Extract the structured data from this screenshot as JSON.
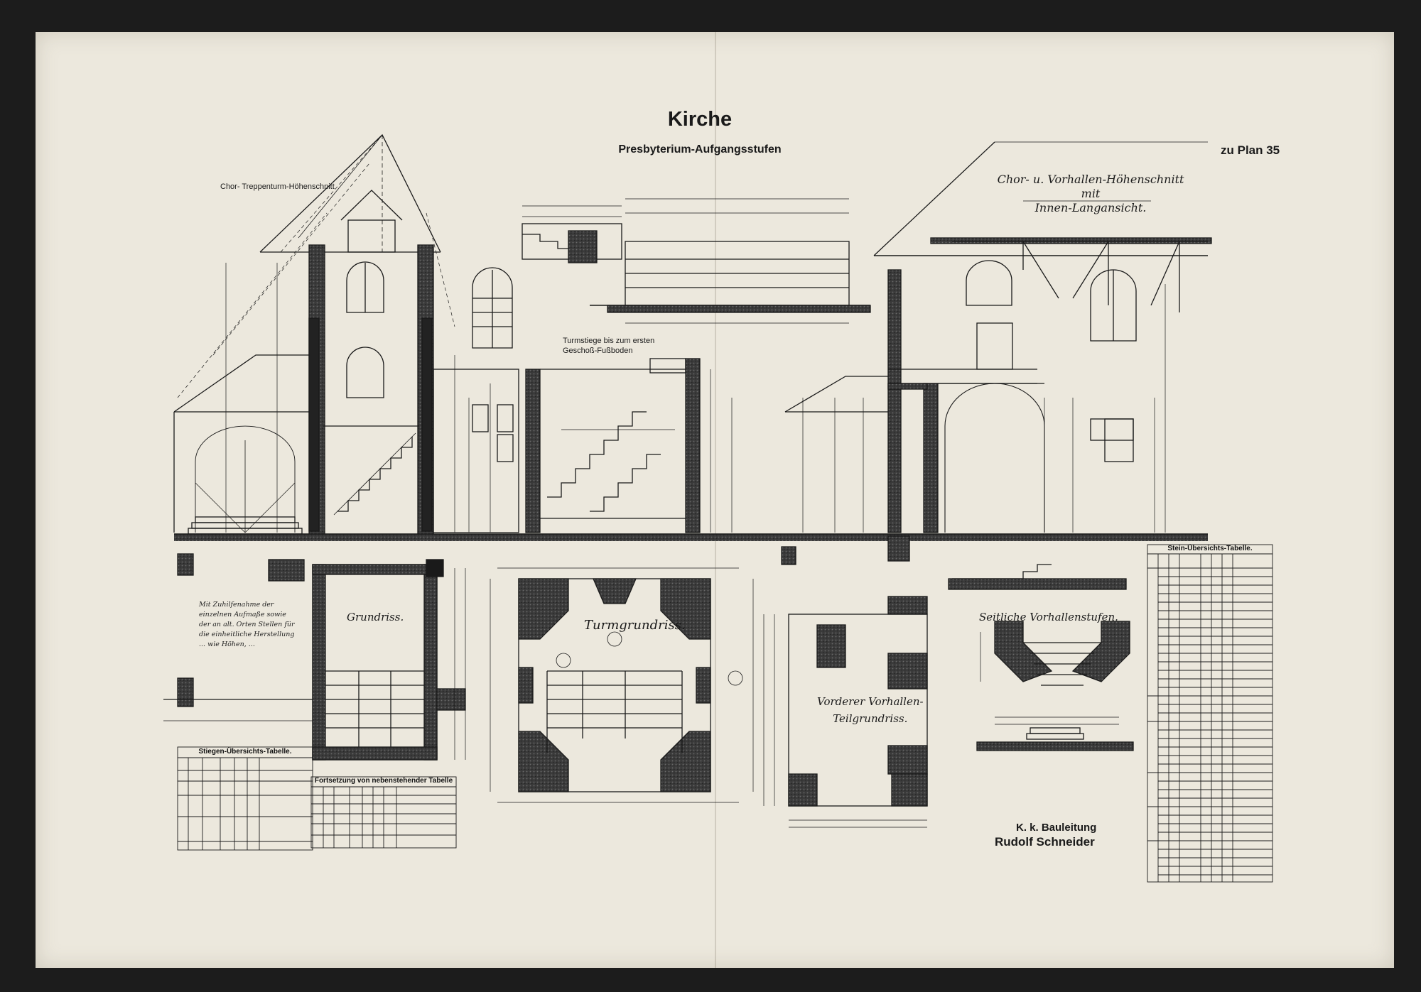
{
  "sheet": {
    "title": "Kirche",
    "subtitle": "Presbyterium-Aufgangsstufen",
    "plan_ref": "zu Plan 35"
  },
  "labels": {
    "chor_treppenturm": "Chor- Treppenturm-Höhenschnitt",
    "turmstiege": "Turmstiege bis zum ersten\nGeschoß-Fußboden",
    "chor_vorhallen": "Chor- u. Vorhallen-Höhenschnitt\nmit\nInnen-Langansicht.",
    "grundriss": "Grundriss.",
    "turmgrundriss": "Turmgrundriss.",
    "vorderer_vorhallen": "Vorderer Vorhallen-\nTeilgrundriss.",
    "seitliche_vorhallenstufen": "Seitliche Vorhallenstufen."
  },
  "handwritten_note": "Mit Zuhilfenahme der einzelnen Aufmaße sowie der an alt. Orten Stellen für die einheitliche Herstellung ... wie Höhen, ... ",
  "signature": {
    "office": "K. k. Bauleitung",
    "name": "Rudolf Schneider"
  },
  "tables": {
    "stiegen": {
      "title": "Stiegen-Übersichts-Tabelle."
    },
    "fortsetzung": {
      "title": "Fortsetzung von nebenstehender Tabelle"
    },
    "stein": {
      "title": "Stein-Übersichts-Tabelle."
    }
  },
  "colors": {
    "paper": "#ece8dd",
    "ink": "#1a1a1a",
    "background": "#1c1c1c"
  }
}
